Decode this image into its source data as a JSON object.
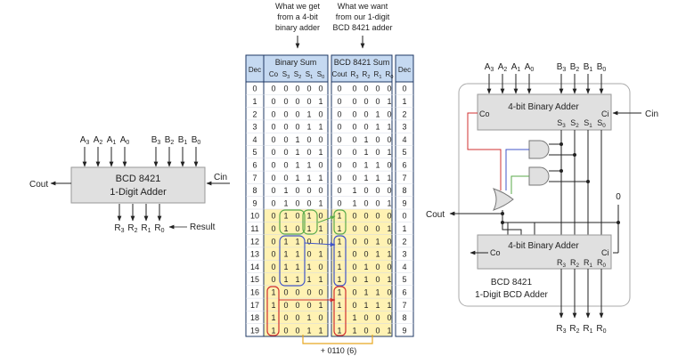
{
  "left_block": {
    "title_line1": "BCD 8421",
    "title_line2": "1-Digit Adder",
    "inputs_a": [
      "A3",
      "A2",
      "A1",
      "A0"
    ],
    "inputs_b": [
      "B3",
      "B2",
      "B1",
      "B0"
    ],
    "outputs": [
      "R3",
      "R2",
      "R1",
      "R0"
    ],
    "cout": "Cout",
    "cin": "Cin",
    "result": "Result"
  },
  "table": {
    "caption_left": [
      "What we get",
      "from a 4-bit",
      "binary adder"
    ],
    "caption_right": [
      "What we want",
      "from our 1-digit",
      "BCD 8421 adder"
    ],
    "dec_header": "Dec",
    "binary_header": "Binary Sum",
    "binary_cols": [
      "Co",
      "S3",
      "S2",
      "S1",
      "S0"
    ],
    "bcd_header": "BCD 8421 Sum",
    "bcd_cols": [
      "Cout",
      "R3",
      "R2",
      "R1",
      "R0"
    ],
    "dec_left": [
      "0",
      "1",
      "2",
      "3",
      "4",
      "5",
      "6",
      "7",
      "8",
      "9",
      "10",
      "11",
      "12",
      "13",
      "14",
      "15",
      "16",
      "17",
      "18",
      "19"
    ],
    "binary_rows": [
      "00000",
      "00001",
      "00010",
      "00011",
      "00100",
      "00101",
      "00110",
      "00111",
      "01000",
      "01001",
      "01010",
      "01011",
      "01100",
      "01101",
      "01110",
      "01111",
      "10000",
      "10001",
      "10010",
      "10011"
    ],
    "bcd_rows": [
      "00000",
      "00001",
      "00010",
      "00011",
      "00100",
      "00101",
      "00110",
      "00111",
      "01000",
      "01001",
      "10000",
      "10001",
      "10010",
      "10011",
      "10100",
      "10101",
      "10110",
      "10111",
      "11000",
      "11001"
    ],
    "dec_right": [
      "0",
      "1",
      "2",
      "3",
      "4",
      "5",
      "6",
      "7",
      "8",
      "9",
      "0",
      "1",
      "2",
      "3",
      "4",
      "5",
      "6",
      "7",
      "8",
      "9"
    ],
    "add_note": "+ 0110 (6)"
  },
  "circuit": {
    "adder1": "4-bit Binary Adder",
    "adder2": "4-bit Binary Adder",
    "co": "Co",
    "ci": "Ci",
    "cin": "Cin",
    "cout": "Cout",
    "zero": "0",
    "inputs_a": [
      "A3",
      "A2",
      "A1",
      "A0"
    ],
    "inputs_b": [
      "B3",
      "B2",
      "B1",
      "B0"
    ],
    "sums": [
      "S3",
      "S2",
      "S1",
      "S0"
    ],
    "results": [
      "R3",
      "R2",
      "R1",
      "R0"
    ],
    "outputs": [
      "R3",
      "R2",
      "R1",
      "R0"
    ],
    "caption_line1": "BCD 8421",
    "caption_line2": "1-Digit BCD Adder"
  },
  "colors": {
    "header_fill": "#c5d9f1",
    "table_border": "#1f3864",
    "block_fill": "#e0e0e0",
    "highlight_yellow": "#fff2b3",
    "green": "#5aaa4a",
    "blue": "#4055c8",
    "red": "#d03030",
    "orange": "#e8a820"
  }
}
